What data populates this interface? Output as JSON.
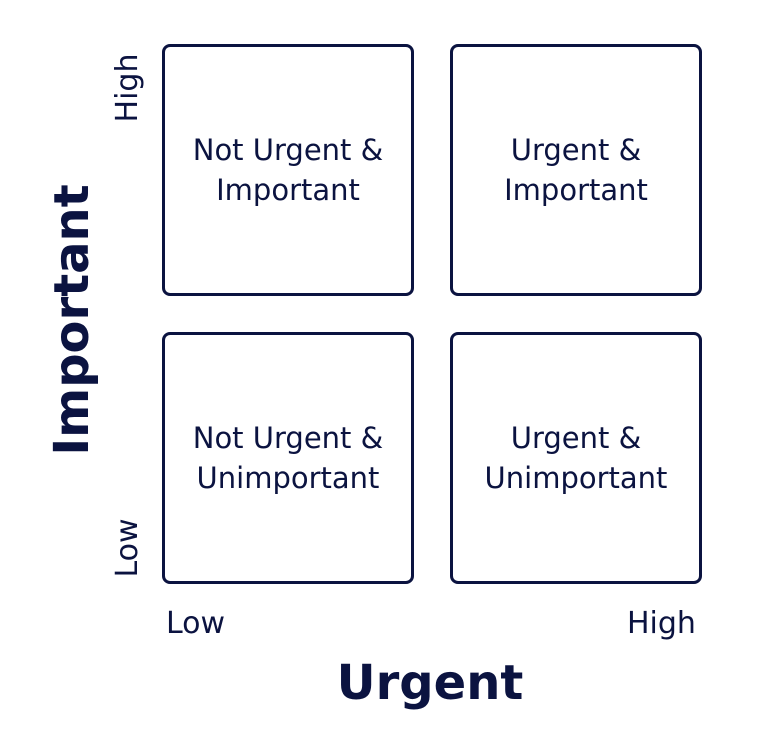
{
  "quadrants": {
    "top_left": {
      "line1": "Not Urgent &",
      "line2": "Important"
    },
    "top_right": {
      "line1": "Urgent &",
      "line2": "Important"
    },
    "bottom_left": {
      "line1": "Not Urgent &",
      "line2": "Unimportant"
    },
    "bottom_right": {
      "line1": "Urgent &",
      "line2": "Unimportant"
    }
  },
  "y_axis": {
    "title": "Important",
    "high": "High",
    "low": "Low"
  },
  "x_axis": {
    "title": "Urgent",
    "low": "Low",
    "high": "High"
  },
  "colors": {
    "ink": "#0b1340",
    "background": "#ffffff"
  }
}
